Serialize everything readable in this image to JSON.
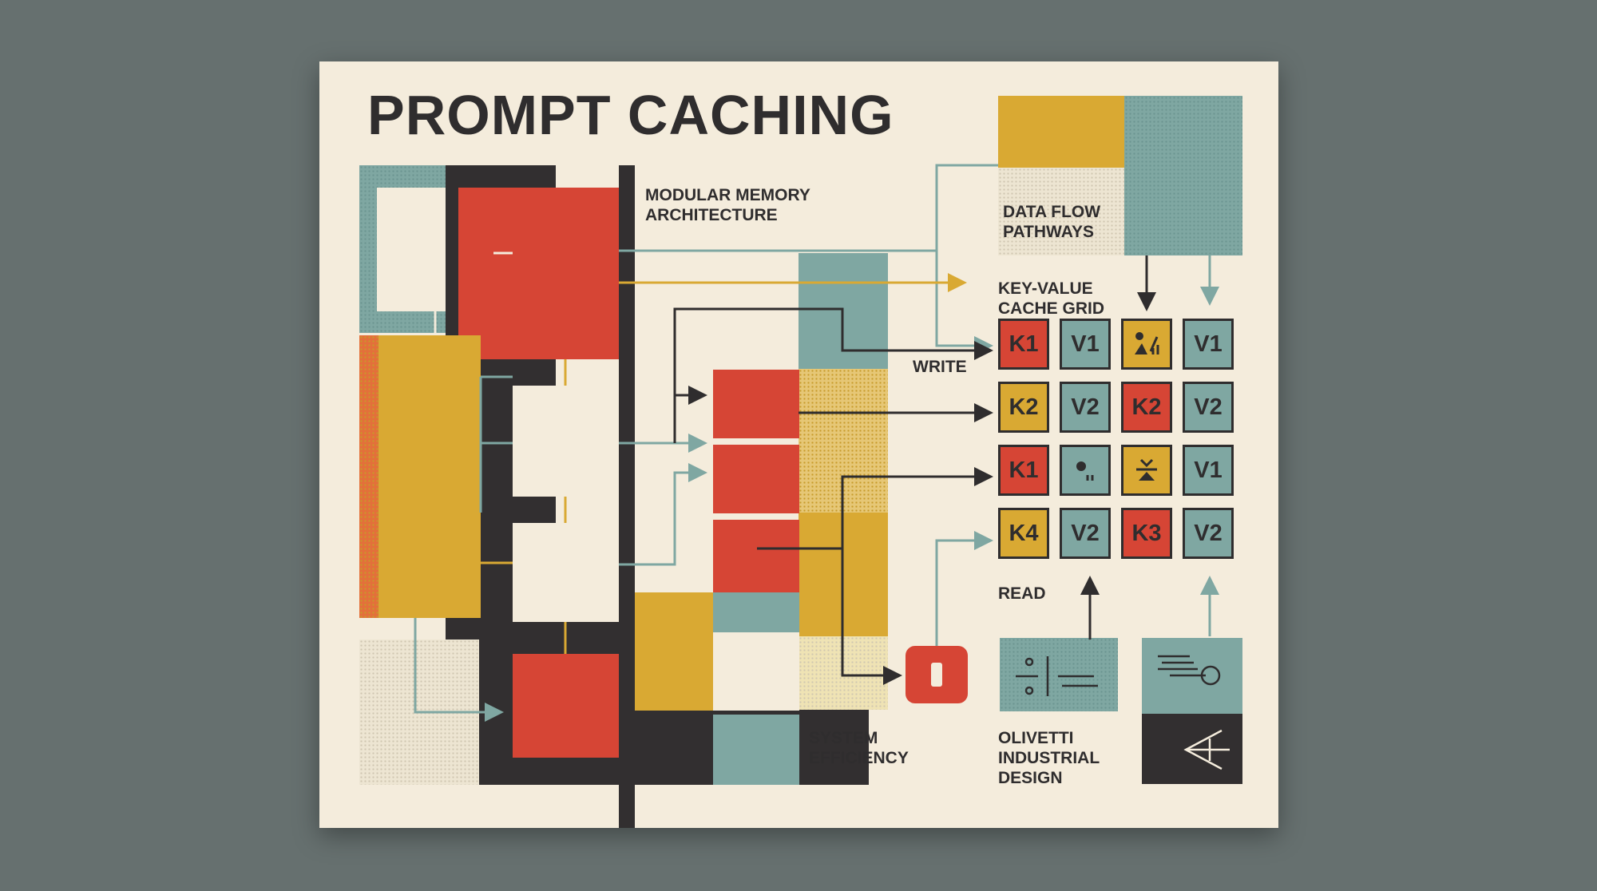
{
  "title": "PROMPT CACHING",
  "labels": {
    "modular": "MODULAR MEMORY\nARCHITECTURE",
    "data_flow": "DATA FLOW\nPATHWAYS",
    "kv_grid": "KEY-VALUE\nCACHE GRID",
    "write": "WRITE",
    "read": "READ",
    "system": "SYSTEM\nEFFICIENCY",
    "olivetti": "OLIVETTI\nINDUSTRIAL\nDESIGN"
  },
  "grid": {
    "rows": [
      [
        "K1",
        "V1",
        "icon:figure-chart",
        "V1"
      ],
      [
        "K2",
        "V2",
        "K2",
        "V2"
      ],
      [
        "K1",
        "icon:dot-bars",
        "icon:triangle-split",
        "V1"
      ],
      [
        "K4",
        "V2",
        "K3",
        "V2"
      ]
    ],
    "cell_colors": [
      [
        "#d64535",
        "#7fa7a2",
        "#d9a933",
        "#7fa7a2"
      ],
      [
        "#d9a933",
        "#7fa7a2",
        "#d64535",
        "#7fa7a2"
      ],
      [
        "#d64535",
        "#7fa7a2",
        "#d9a933",
        "#7fa7a2"
      ],
      [
        "#d9a933",
        "#7fa7a2",
        "#d64535",
        "#7fa7a2"
      ]
    ]
  },
  "colors": {
    "background": "#66706f",
    "paper": "#f4ecdc",
    "red": "#d64535",
    "yellow": "#d9a933",
    "teal": "#7fa7a2",
    "dark": "#322f30"
  },
  "icons": [
    "switch-lines-icon",
    "list-circle-icon",
    "angle-arrow-icon",
    "stop-button-icon"
  ]
}
